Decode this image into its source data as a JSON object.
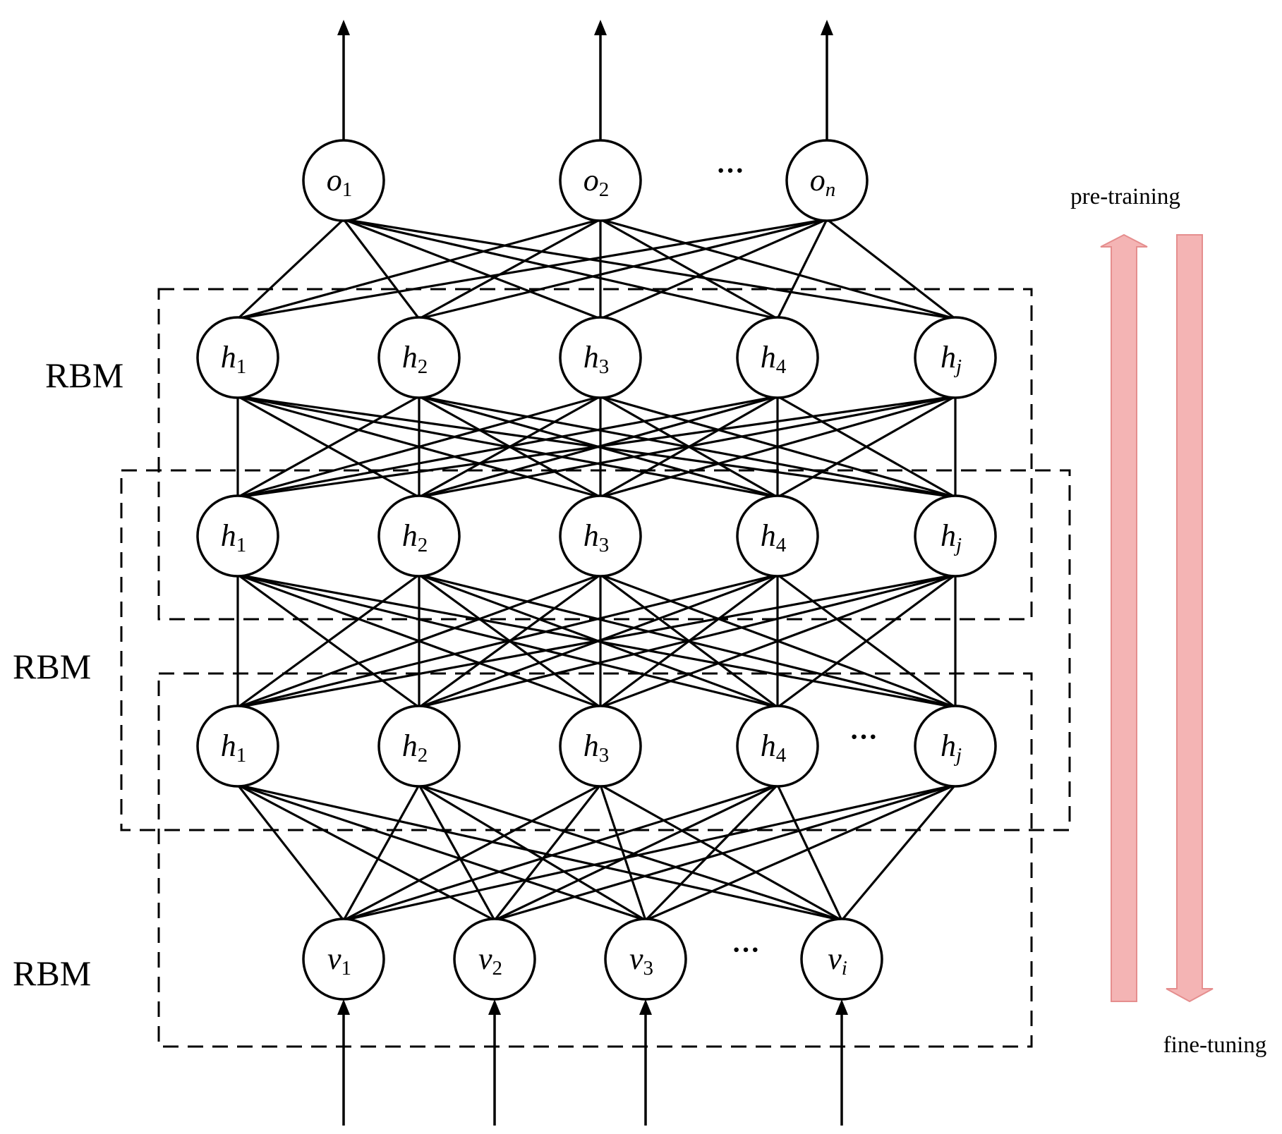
{
  "layers": {
    "output": [
      {
        "base": "o",
        "sub": "1"
      },
      {
        "base": "o",
        "sub": "2"
      },
      {
        "base": "o",
        "sub": "n",
        "sub_italic": true
      }
    ],
    "hidden_top": [
      {
        "base": "h",
        "sub": "1"
      },
      {
        "base": "h",
        "sub": "2"
      },
      {
        "base": "h",
        "sub": "3"
      },
      {
        "base": "h",
        "sub": "4"
      },
      {
        "base": "h",
        "sub": "j",
        "sub_italic": true
      }
    ],
    "hidden_mid": [
      {
        "base": "h",
        "sub": "1"
      },
      {
        "base": "h",
        "sub": "2"
      },
      {
        "base": "h",
        "sub": "3"
      },
      {
        "base": "h",
        "sub": "4"
      },
      {
        "base": "h",
        "sub": "j",
        "sub_italic": true
      }
    ],
    "hidden_bottom": [
      {
        "base": "h",
        "sub": "1"
      },
      {
        "base": "h",
        "sub": "2"
      },
      {
        "base": "h",
        "sub": "3"
      },
      {
        "base": "h",
        "sub": "4"
      },
      {
        "base": "h",
        "sub": "j",
        "sub_italic": true
      }
    ],
    "visible": [
      {
        "base": "v",
        "sub": "1"
      },
      {
        "base": "v",
        "sub": "2"
      },
      {
        "base": "v",
        "sub": "3"
      },
      {
        "base": "v",
        "sub": "i",
        "sub_italic": true
      }
    ]
  },
  "ellipsis": "···",
  "rbm_labels": [
    "RBM",
    "RBM",
    "RBM"
  ],
  "pretraining_label": "pre-training",
  "finetuning_label": "fine-tuning",
  "colors": {
    "arrow_fill": "#f4b4b4",
    "arrow_stroke": "#e58e8e",
    "line": "#000000"
  }
}
